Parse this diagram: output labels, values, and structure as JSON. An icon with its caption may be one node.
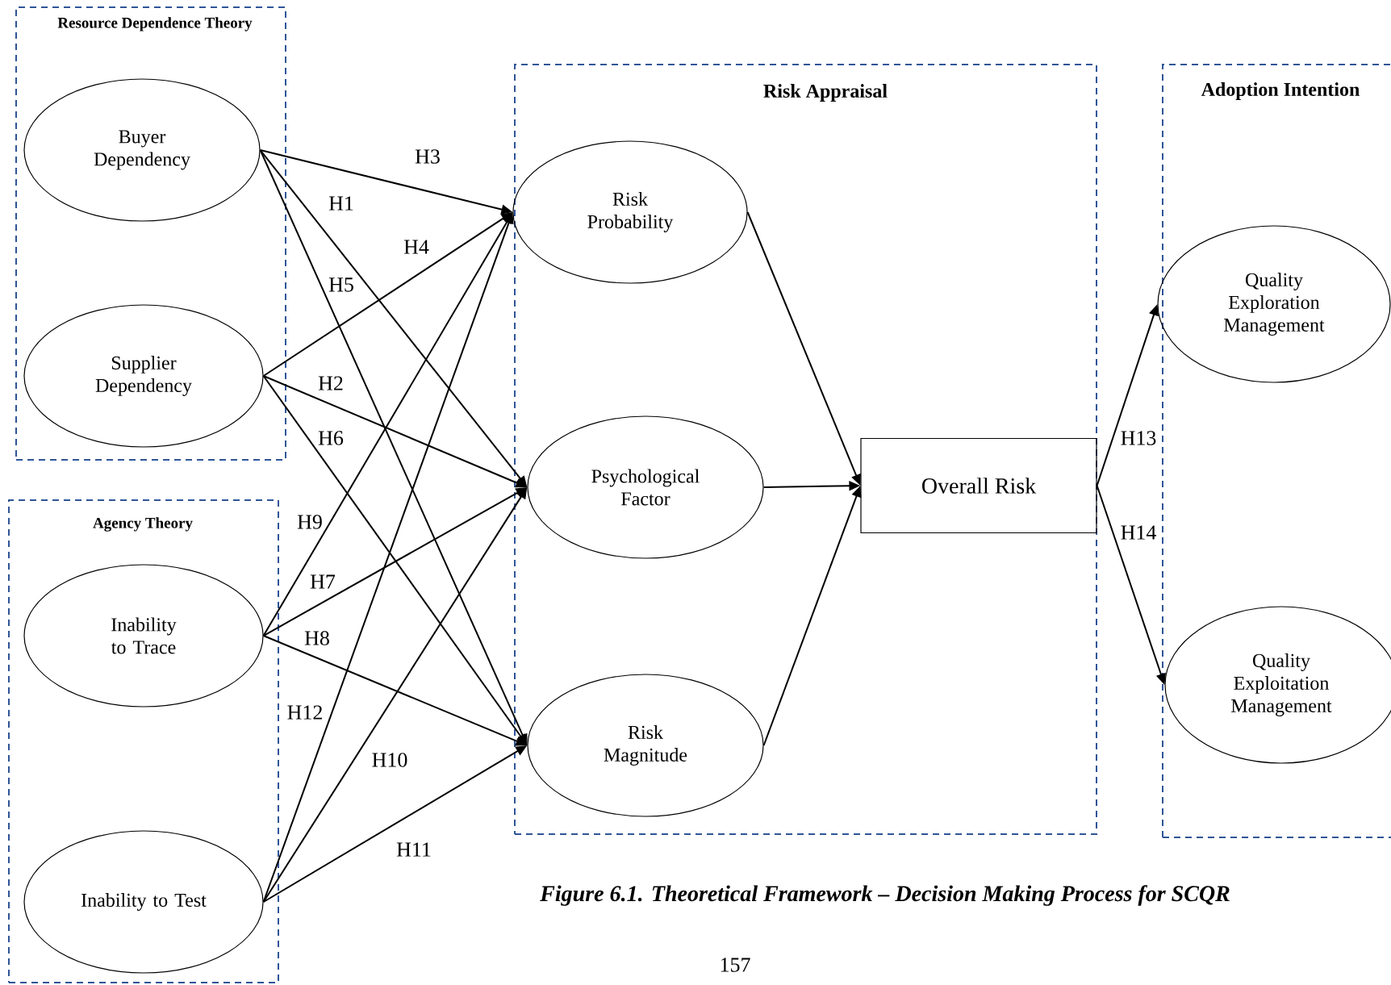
{
  "diagram": {
    "caption": "Figure 6.1. Theoretical Framework – Decision Making Process for SCQR",
    "nodes": [
      {
        "text": [
          "Resource Dependence Theory"
        ]
      },
      {
        "text": [
          "Buyer Dependency"
        ],
        "in": 0
      },
      {
        "text": [
          "Supplier Dependency"
        ],
        "in": 0
      },
      {
        "text": [
          "Agency Theory"
        ]
      },
      {
        "text": [
          "Inability to Trace"
        ],
        "in": 3
      },
      {
        "text": [
          "Inability to Test"
        ],
        "in": 3
      },
      {
        "text": [
          "Risk Appraisal"
        ]
      },
      {
        "text": [
          "Risk Probability"
        ],
        "in": 6
      },
      {
        "text": [
          "Psychological Factor"
        ],
        "in": 6
      },
      {
        "text": [
          "Risk Magnitude"
        ],
        "in": 6
      },
      {
        "text": [
          "Overall Risk"
        ],
        "in": 6
      },
      {
        "text": [
          "Adoption Intention"
        ]
      },
      {
        "text": [
          "Quality Exploration Management"
        ],
        "in": 11
      },
      {
        "text": [
          "Quality Exploitation Management"
        ],
        "in": 11
      }
    ],
    "edges": [
      {
        "from": 1,
        "to": 7,
        "arrow": "to",
        "label": "H3"
      },
      {
        "from": 1,
        "to": 8,
        "arrow": "to",
        "label": "H1"
      },
      {
        "from": 2,
        "to": 7,
        "arrow": "to",
        "label": "H4"
      },
      {
        "from": 1,
        "to": 9,
        "arrow": "to",
        "label": "H5"
      },
      {
        "from": 2,
        "to": 8,
        "arrow": "to",
        "label": "H2"
      },
      {
        "from": 2,
        "to": 9,
        "arrow": "to",
        "label": "H6"
      },
      {
        "from": 4,
        "to": 7,
        "arrow": "to",
        "label": "H9"
      },
      {
        "from": 4,
        "to": 8,
        "arrow": "to",
        "label": "H7"
      },
      {
        "from": 4,
        "to": 9,
        "arrow": "to",
        "label": "H8"
      },
      {
        "from": 5,
        "to": 7,
        "arrow": "to",
        "label": "H12"
      },
      {
        "from": 5,
        "to": 8,
        "arrow": "to",
        "label": "H10"
      },
      {
        "from": 5,
        "to": 9,
        "arrow": "to",
        "label": "H11"
      },
      {
        "from": 7,
        "to": 10,
        "arrow": "to"
      },
      {
        "from": 8,
        "to": 10,
        "arrow": "to"
      },
      {
        "from": 9,
        "to": 10,
        "arrow": "to"
      },
      {
        "from": 10,
        "to": 12,
        "arrow": "to",
        "label": "H13"
      },
      {
        "from": 10,
        "to": 13,
        "arrow": "to",
        "label": "H14"
      }
    ],
    "labels": [
      "157"
    ]
  }
}
